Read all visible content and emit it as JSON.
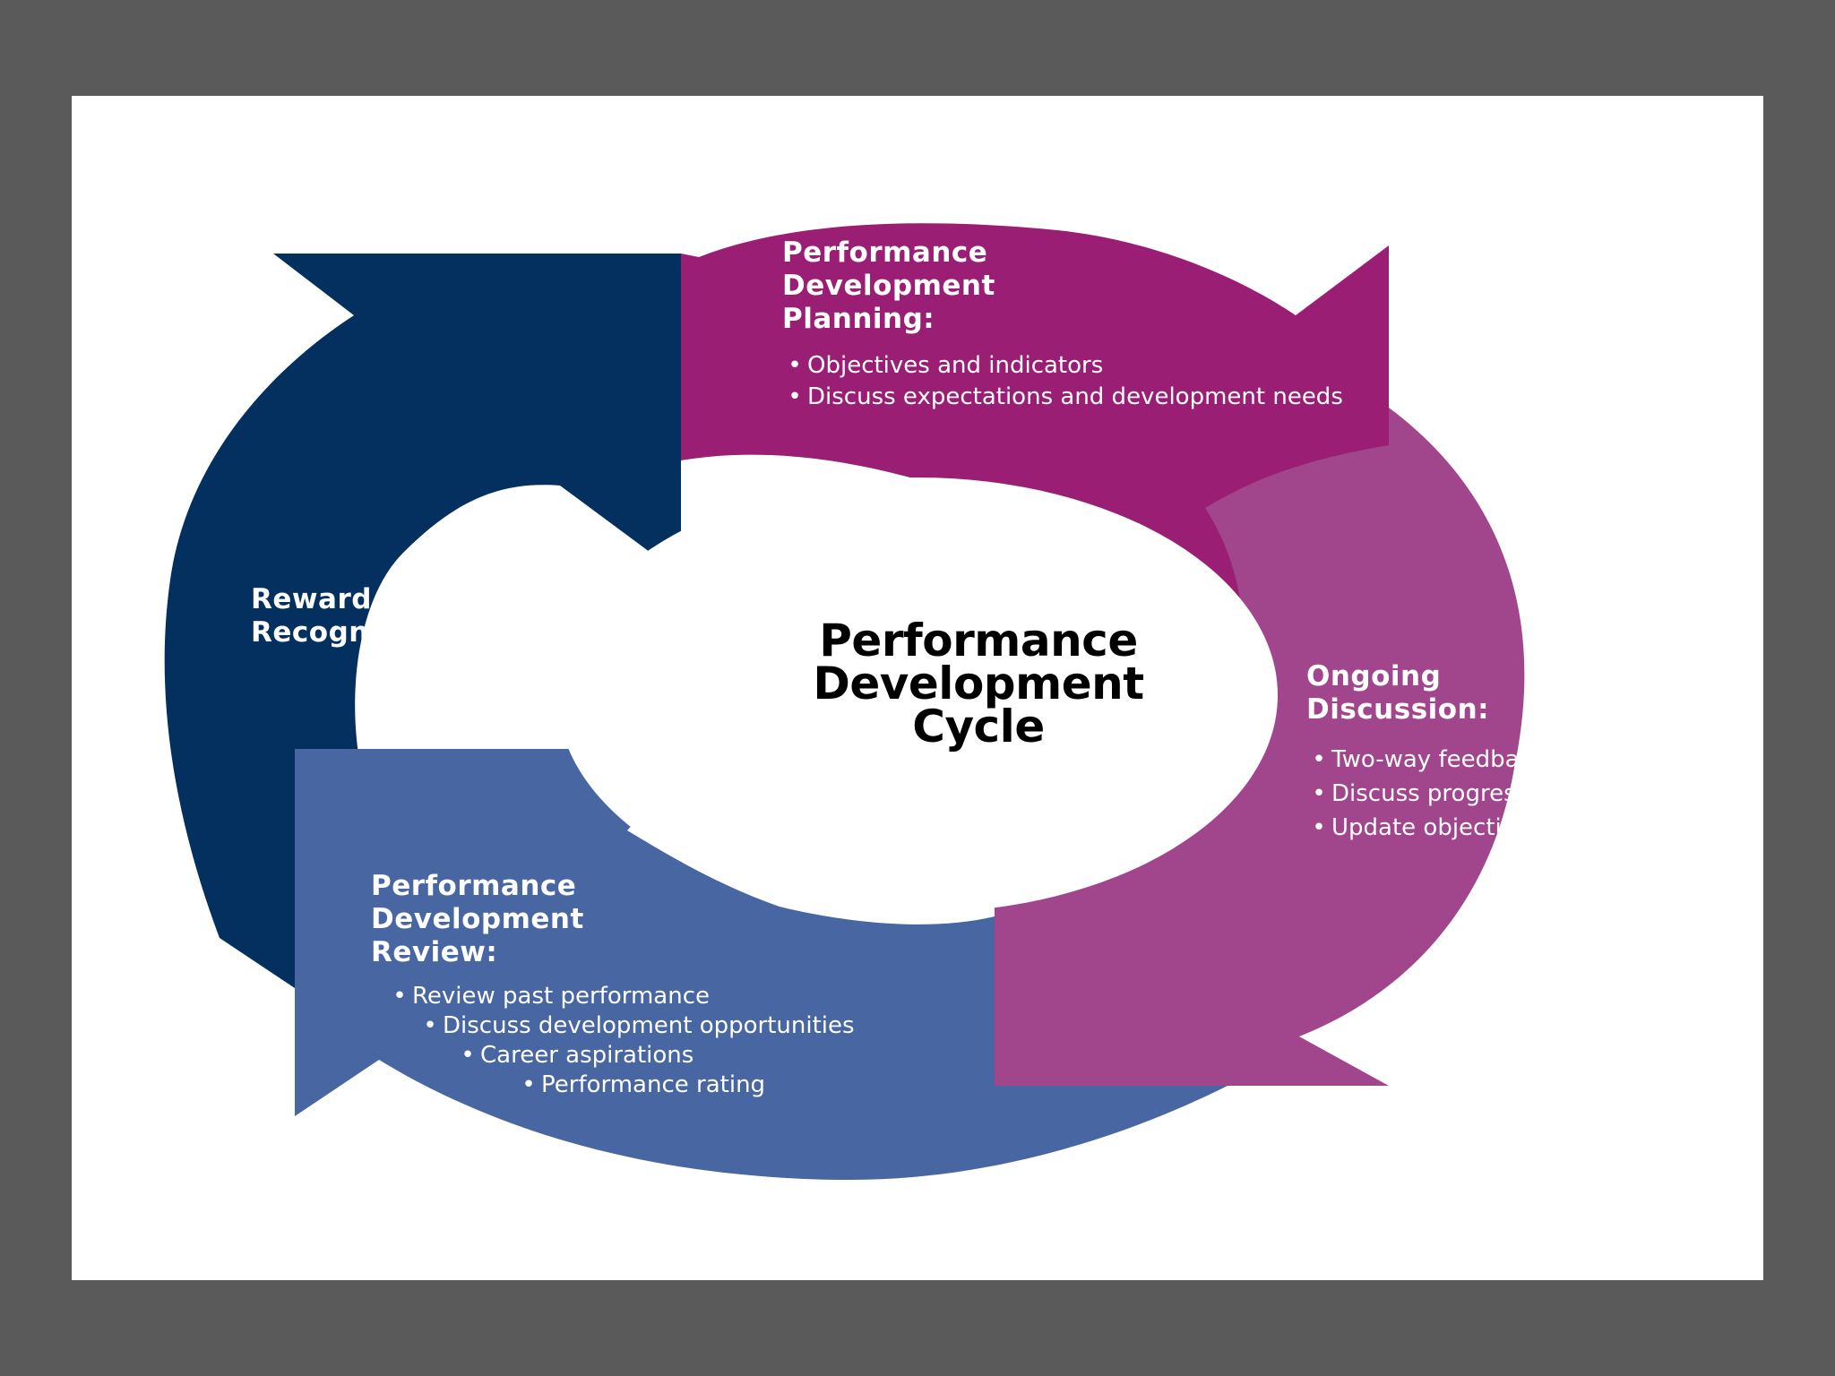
{
  "center": {
    "title": "Performance\nDevelopment\nCycle"
  },
  "planning": {
    "heading": "Performance\nDevelopment\nPlanning:",
    "bullets": [
      "Objectives and indicators",
      "Discuss expectations and development needs"
    ]
  },
  "ongoing": {
    "heading": "Ongoing\nDiscussion:",
    "bullets": [
      "Two-way feedback",
      "Discuss progress",
      "Update objectives"
    ]
  },
  "review": {
    "heading": "Performance\nDevelopment\nReview:",
    "bullets": [
      "Review past performance",
      "Discuss development opportunities",
      "Career aspirations",
      "Performance rating"
    ]
  },
  "reward": {
    "heading": "Reward &\nRecognition"
  },
  "colors": {
    "navy": "#04305f",
    "magenta": "#9a1f74",
    "pink": "#a1458d",
    "blue": "#4866a1",
    "frame": "#5a5a5a"
  }
}
